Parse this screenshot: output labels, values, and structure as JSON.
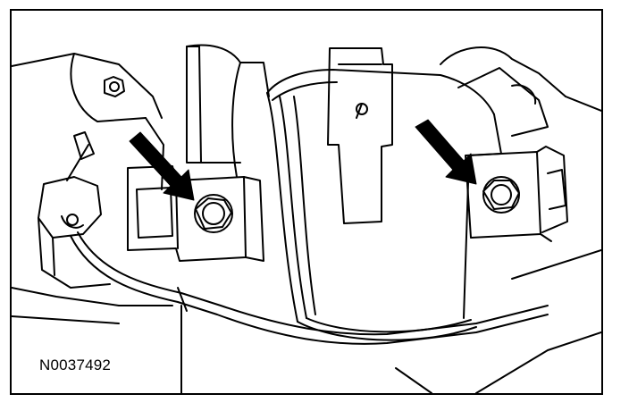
{
  "figure": {
    "id_label": "N0037492"
  },
  "callouts": [
    {
      "name": "arrow-left-bolt",
      "target": "left-mount-bolt"
    },
    {
      "name": "arrow-right-bolt",
      "target": "right-mount-bolt"
    }
  ],
  "colors": {
    "line": "#000000",
    "paper": "#ffffff"
  }
}
